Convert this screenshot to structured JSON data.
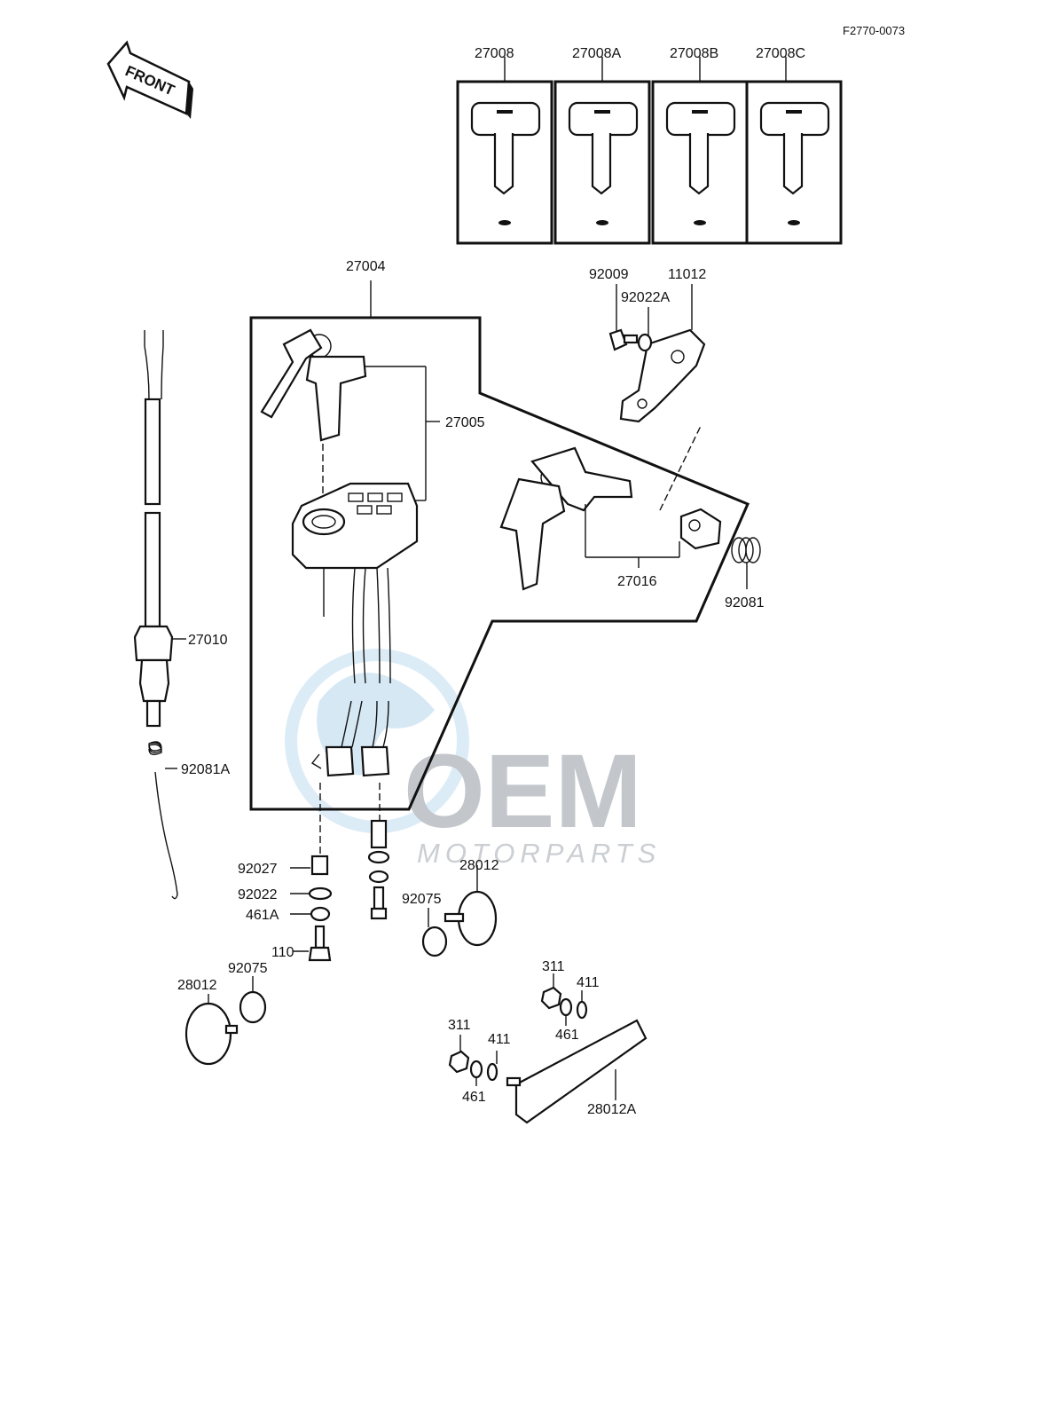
{
  "figure_code": "F2770-0073",
  "front_label": "FRONT",
  "keys_top": [
    "27008",
    "27008A",
    "27008B",
    "27008C"
  ],
  "labels": {
    "p27004": "27004",
    "p27005": "27005",
    "p27016": "27016",
    "p92009": "92009",
    "p11012": "11012",
    "p92022A": "92022A",
    "p92081": "92081",
    "p27010": "27010",
    "p92081A": "92081A",
    "p92027": "92027",
    "p92022": "92022",
    "p461A": "461A",
    "p110": "110",
    "p92075a": "92075",
    "p28012a": "28012",
    "p28012b": "28012",
    "p92075b": "92075",
    "p311a": "311",
    "p411a": "411",
    "p461a": "461",
    "p311b": "311",
    "p411b": "411",
    "p461b": "461",
    "p28012A": "28012A"
  },
  "watermark": {
    "brand": "OEM",
    "subtitle": "MOTORPARTS"
  }
}
